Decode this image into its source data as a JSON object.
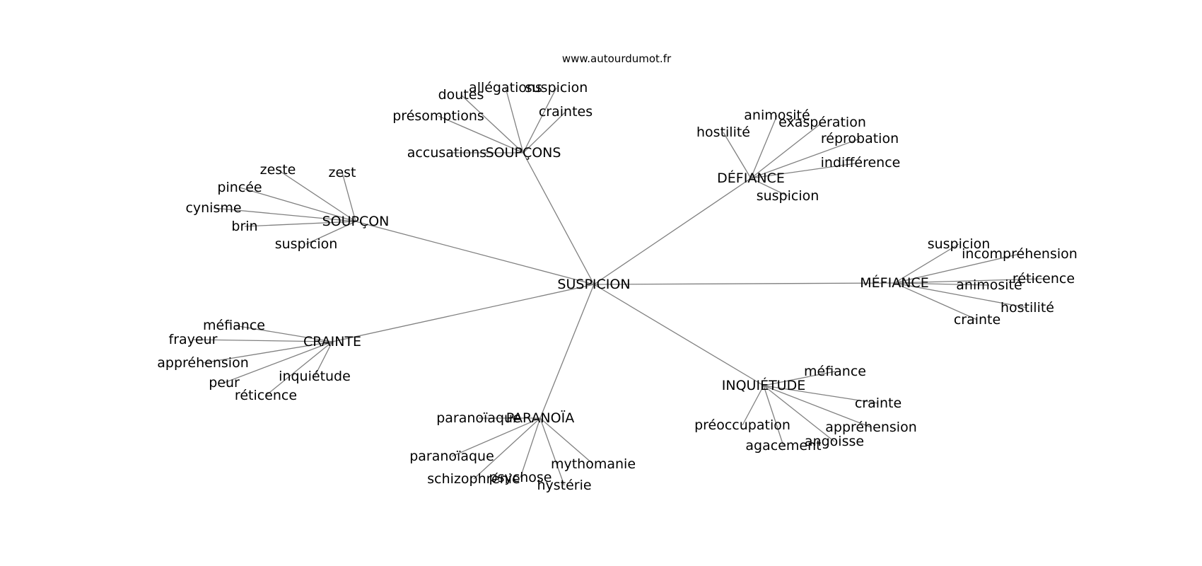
{
  "source_label": "www.autourdumot.fr",
  "root": "SUSPICION",
  "groups": [
    {
      "hub": "SOUPÇONS",
      "leaves": [
        "doutes",
        "allégations",
        "suspicion",
        "craintes",
        "présomptions",
        "accusations"
      ]
    },
    {
      "hub": "DÉFIANCE",
      "leaves": [
        "hostilité",
        "animosité",
        "exaspération",
        "réprobation",
        "indifférence",
        "suspicion"
      ]
    },
    {
      "hub": "SOUPÇON",
      "leaves": [
        "zeste",
        "zest",
        "pincée",
        "cynisme",
        "brin",
        "suspicion"
      ]
    },
    {
      "hub": "MÉFIANCE",
      "leaves": [
        "suspicion",
        "incompréhension",
        "réticence",
        "animosité",
        "hostilité",
        "crainte"
      ]
    },
    {
      "hub": "CRAINTE",
      "leaves": [
        "méfiance",
        "frayeur",
        "appréhension",
        "peur",
        "inquiétude",
        "réticence"
      ]
    },
    {
      "hub": "INQUIÉTUDE",
      "leaves": [
        "méfiance",
        "crainte",
        "appréhension",
        "angoisse",
        "agacement",
        "préoccupation"
      ]
    },
    {
      "hub": "PARANOÏA",
      "leaves": [
        "paranoïaque",
        "paranoïaque",
        "schizophrénie",
        "psychose",
        "hystérie",
        "mythomanie"
      ]
    }
  ]
}
